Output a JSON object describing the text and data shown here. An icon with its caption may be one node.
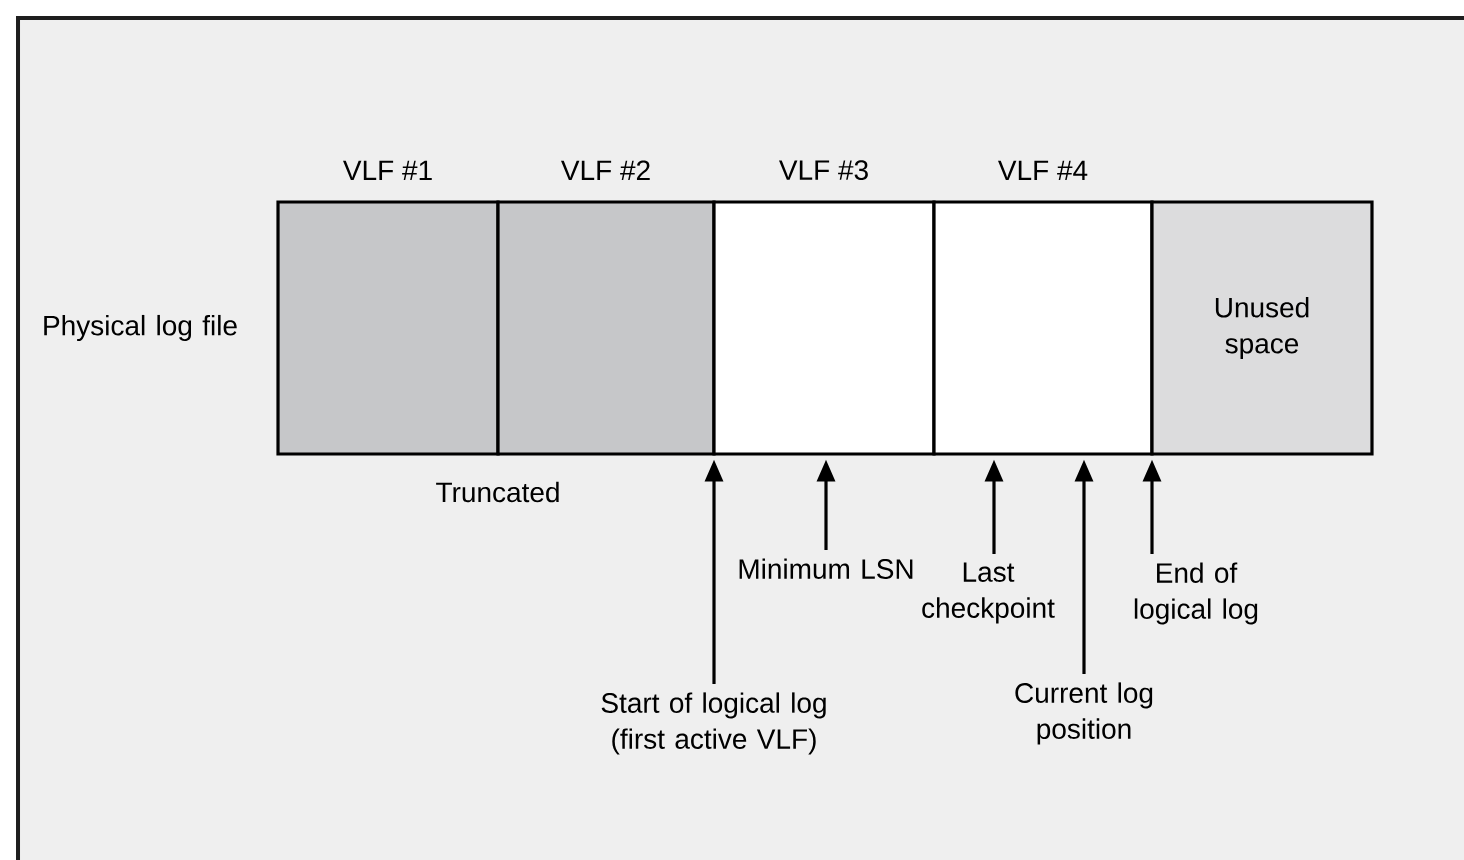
{
  "diagram": {
    "nodes": [
      {
        "text": [
          "VLF #1"
        ]
      },
      {
        "text": [
          "VLF #2"
        ]
      },
      {
        "text": [
          "VLF #3"
        ]
      },
      {
        "text": [
          "VLF #4"
        ]
      },
      {
        "text": [
          "Unused space"
        ]
      },
      {
        "text": [
          "Start of logical log (first active VLF)"
        ]
      },
      {
        "text": [
          "Minimum LSN"
        ]
      },
      {
        "text": [
          "Last checkpoint"
        ]
      },
      {
        "text": [
          "Current log position"
        ]
      },
      {
        "text": [
          "End of logical log"
        ]
      }
    ],
    "edges": [
      {
        "from": 5,
        "to": 2,
        "arrow": "to"
      },
      {
        "from": 6,
        "to": 2,
        "arrow": "to"
      },
      {
        "from": 7,
        "to": 3,
        "arrow": "to"
      },
      {
        "from": 8,
        "to": 3,
        "arrow": "to"
      },
      {
        "from": 9,
        "to": 3,
        "arrow": "to"
      }
    ],
    "labels": [
      "Physical log file",
      "Truncated"
    ]
  }
}
